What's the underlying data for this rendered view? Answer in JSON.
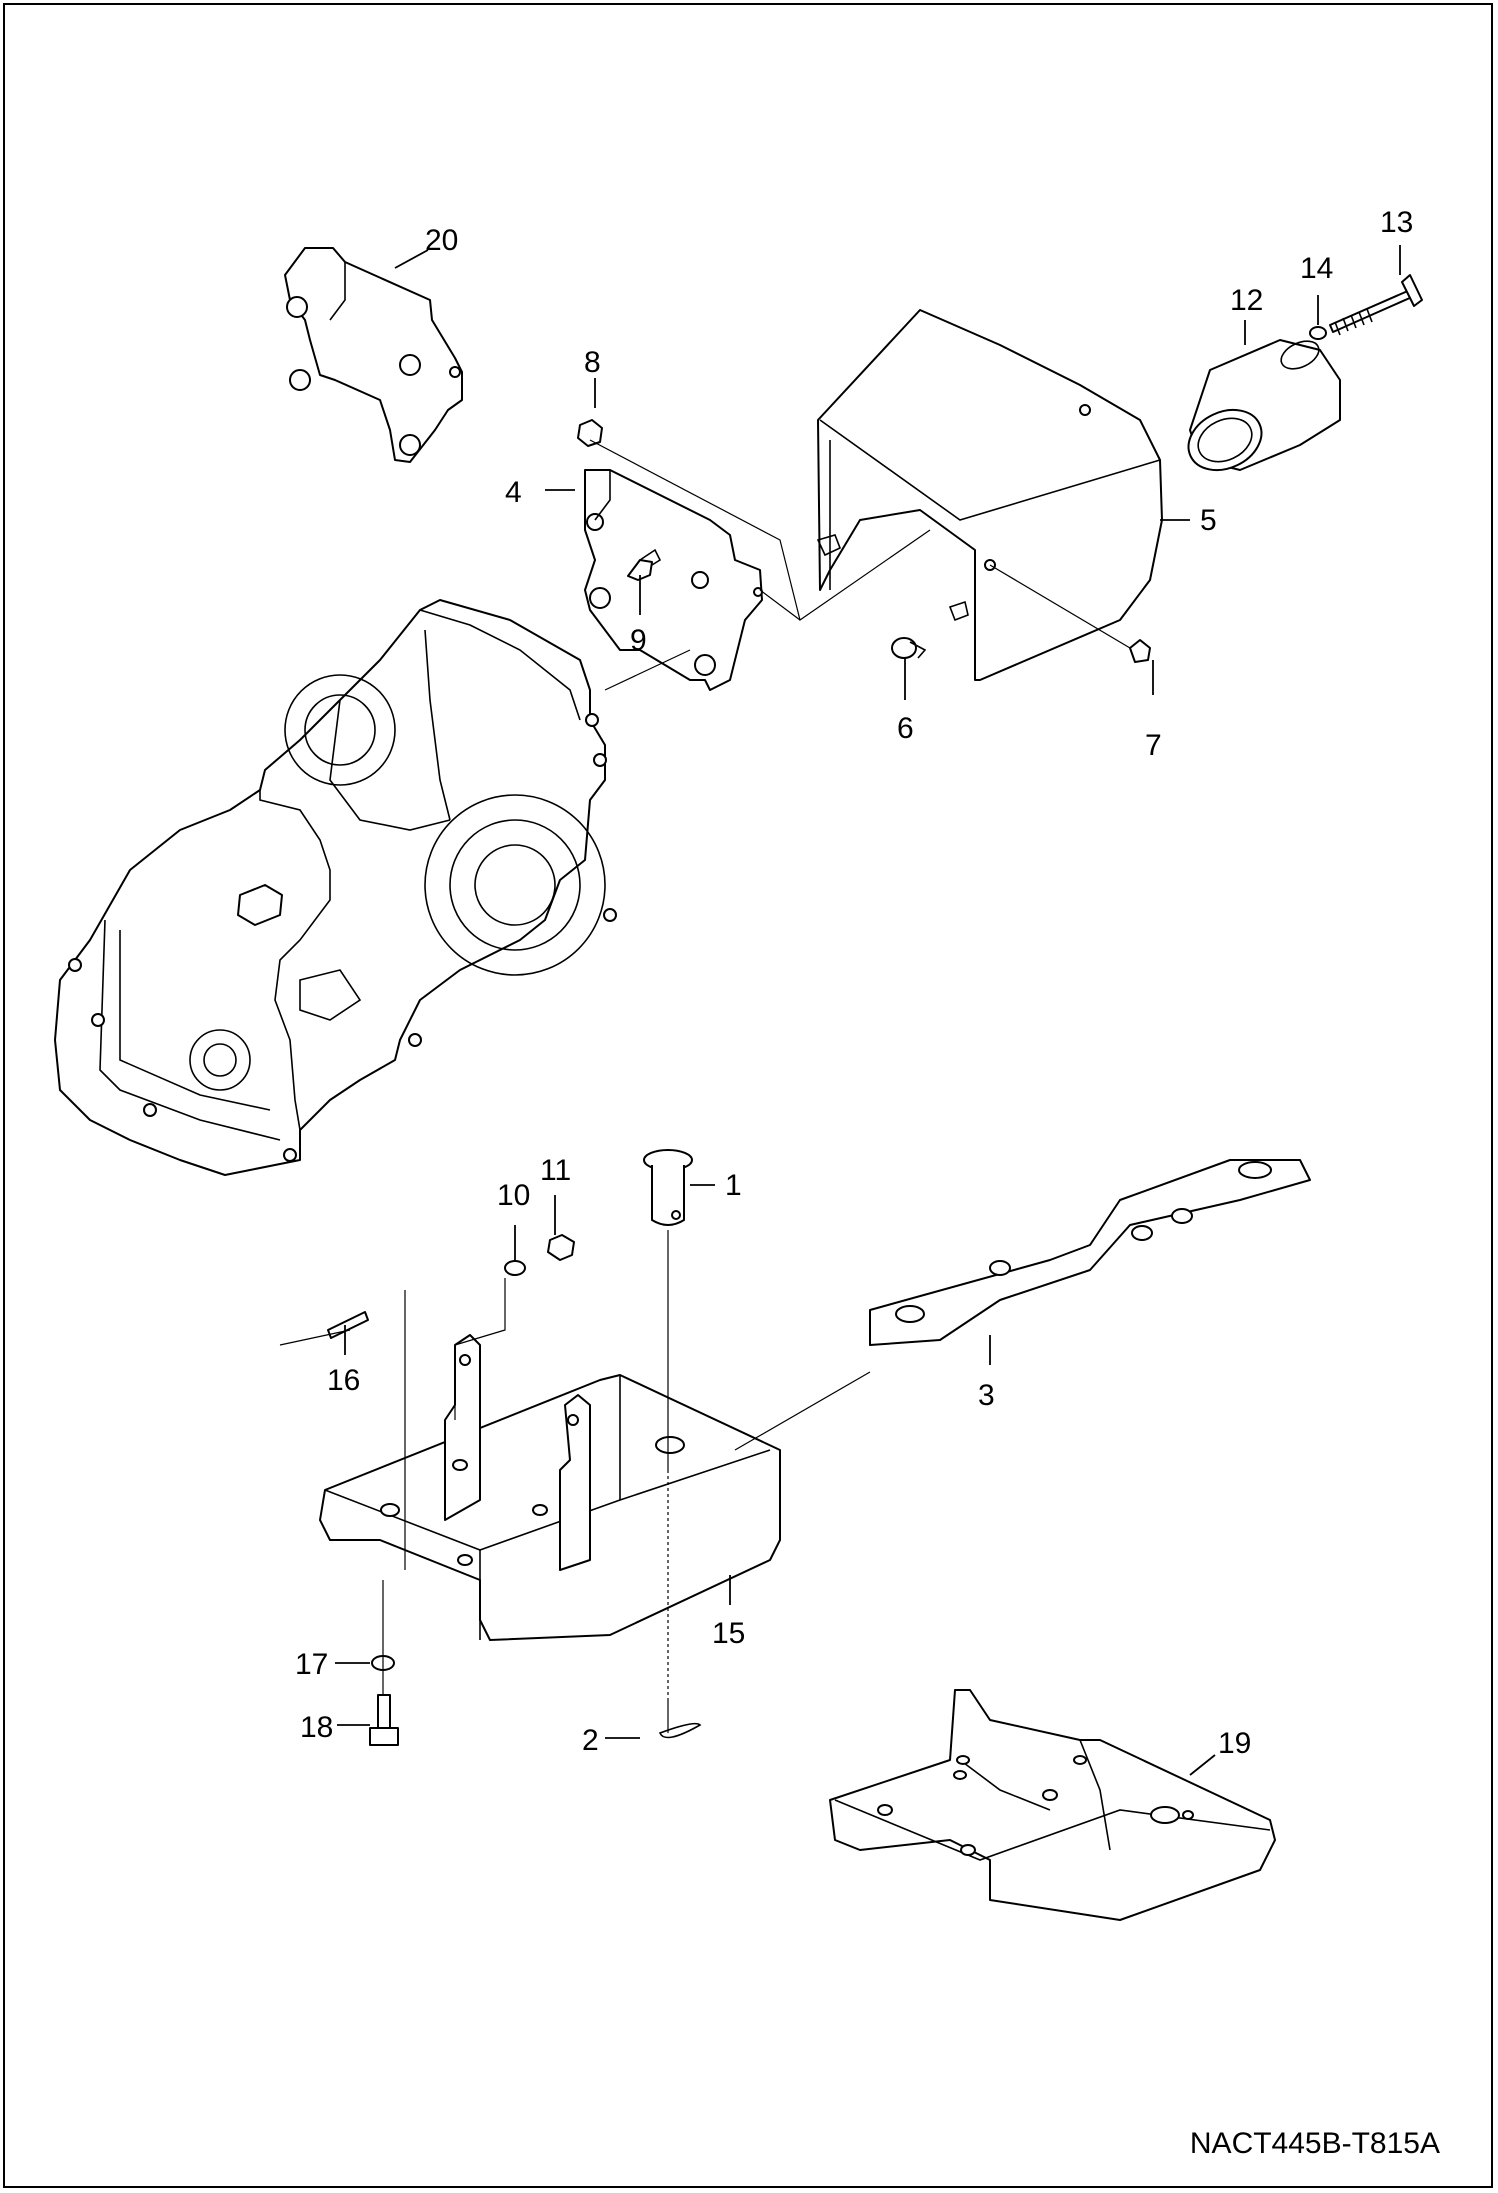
{
  "drawing_code": "NACT445B-T815A",
  "callouts": [
    "1",
    "2",
    "3",
    "4",
    "5",
    "6",
    "7",
    "8",
    "9",
    "10",
    "11",
    "12",
    "13",
    "14",
    "15",
    "16",
    "17",
    "18",
    "19",
    "20"
  ],
  "parts": [
    "transmission-housing",
    "bracket-20",
    "cover-plate-4",
    "shroud-5",
    "sleeve-12",
    "t-bolt-13",
    "washer-14",
    "drawbar-3",
    "hitch-bracket-15",
    "hitch-bracket-19",
    "pin-1",
    "hairpin-2"
  ]
}
